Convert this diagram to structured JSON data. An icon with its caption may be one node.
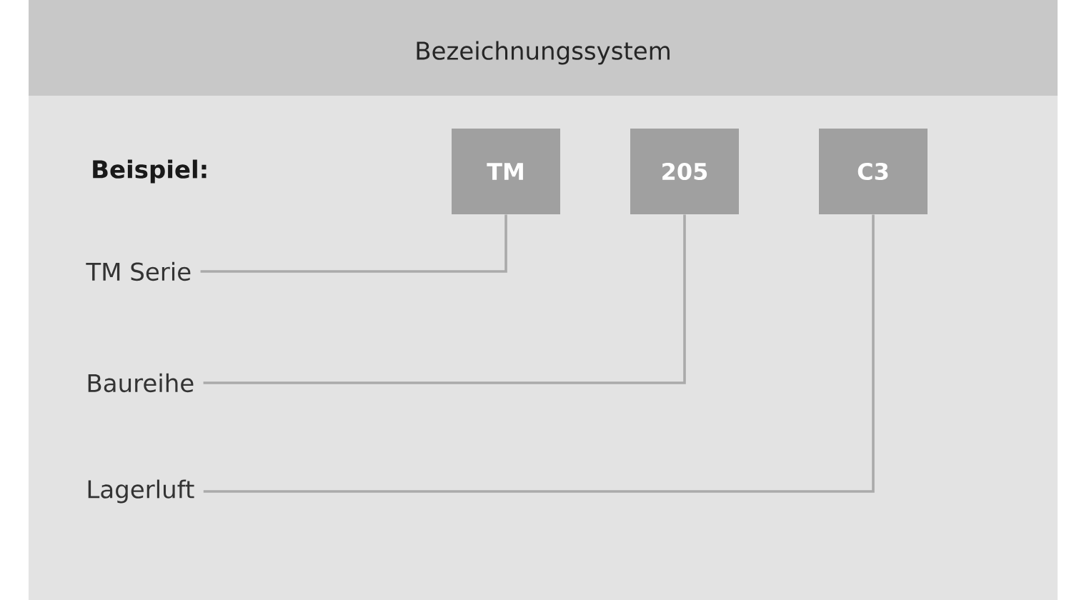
{
  "diagram": {
    "title": "Bezeichnungssystem",
    "nodes": [
      {
        "text": [
          "TM"
        ]
      },
      {
        "text": [
          "205"
        ]
      },
      {
        "text": [
          "C3"
        ]
      },
      {
        "text": [
          "TM Serie"
        ]
      },
      {
        "text": [
          "Baureihe"
        ]
      },
      {
        "text": [
          "Lagerluft"
        ]
      }
    ],
    "edges": [
      {
        "from": 3,
        "to": 0,
        "arrow": "none"
      },
      {
        "from": 4,
        "to": 1,
        "arrow": "none"
      },
      {
        "from": 5,
        "to": 2,
        "arrow": "none"
      }
    ],
    "labels": [
      "**Beispiel:**"
    ]
  }
}
